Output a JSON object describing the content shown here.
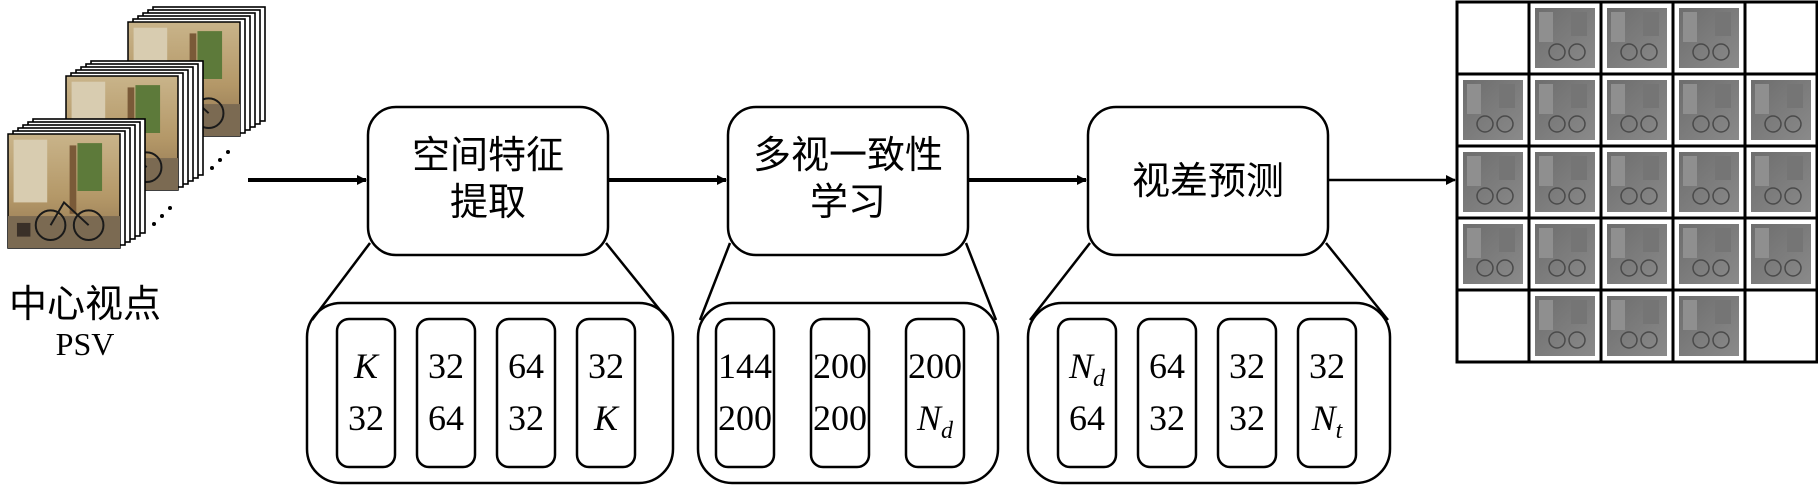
{
  "input": {
    "label": "中心视点",
    "sublabel": "PSV"
  },
  "stages": [
    {
      "lines": [
        "空间特征",
        "提取"
      ]
    },
    {
      "lines": [
        "多视一致性",
        "学习"
      ]
    },
    {
      "lines": [
        "视差预测"
      ]
    }
  ],
  "detail_groups": [
    {
      "columns": [
        {
          "top": {
            "base": "K"
          },
          "bottom": {
            "base": "32"
          }
        },
        {
          "top": {
            "base": "32"
          },
          "bottom": {
            "base": "64"
          }
        },
        {
          "top": {
            "base": "64"
          },
          "bottom": {
            "base": "32"
          }
        },
        {
          "top": {
            "base": "32"
          },
          "bottom": {
            "base": "K"
          }
        }
      ]
    },
    {
      "columns": [
        {
          "top": {
            "base": "144"
          },
          "bottom": {
            "base": "200"
          }
        },
        {
          "top": {
            "base": "200"
          },
          "bottom": {
            "base": "200"
          }
        },
        {
          "top": {
            "base": "200"
          },
          "bottom": {
            "base": "N",
            "sub": "d"
          }
        }
      ]
    },
    {
      "columns": [
        {
          "top": {
            "base": "N",
            "sub": "d"
          },
          "bottom": {
            "base": "64"
          }
        },
        {
          "top": {
            "base": "64"
          },
          "bottom": {
            "base": "32"
          }
        },
        {
          "top": {
            "base": "32"
          },
          "bottom": {
            "base": "32"
          }
        },
        {
          "top": {
            "base": "32"
          },
          "bottom": {
            "base": "N",
            "sub": "t"
          }
        }
      ]
    }
  ],
  "output_grid": {
    "rows": 5,
    "cols": 5,
    "filled": [
      [
        0,
        1,
        1,
        1,
        0
      ],
      [
        1,
        1,
        1,
        1,
        1
      ],
      [
        1,
        1,
        1,
        1,
        1
      ],
      [
        1,
        1,
        1,
        1,
        1
      ],
      [
        0,
        1,
        1,
        1,
        0
      ]
    ]
  }
}
